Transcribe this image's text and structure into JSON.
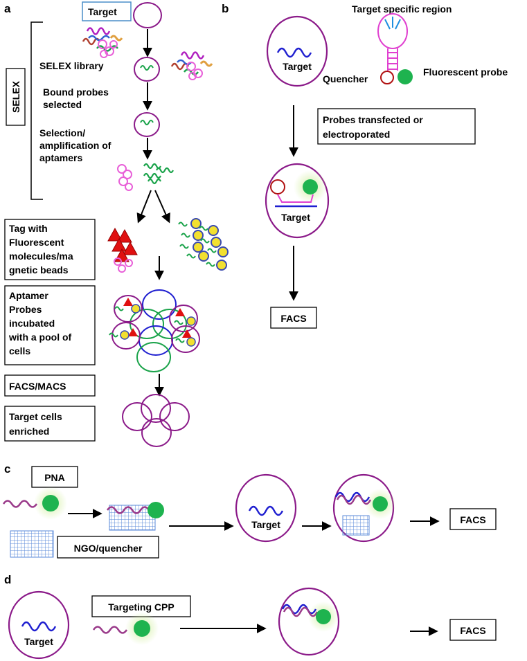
{
  "panels": {
    "a": "a",
    "b": "b",
    "c": "c",
    "d": "d"
  },
  "a": {
    "target": "Target",
    "selex": "SELEX",
    "selex_library": "SELEX library",
    "bound_1": "Bound probes",
    "bound_2": "selected",
    "sel_1": "Selection/",
    "sel_2": "amplification of",
    "sel_3": "aptamers",
    "tag_1": "Tag with",
    "tag_2": "Fluorescent",
    "tag_3": "molecules/ma",
    "tag_4": "gnetic beads",
    "apt_1": "Aptamer",
    "apt_2": "Probes",
    "apt_3": "incubated",
    "apt_4": "with a pool of",
    "apt_5": "cells",
    "facs_macs": "FACS/MACS",
    "enr_1": "Target cells",
    "enr_2": "enriched"
  },
  "b": {
    "target_top": "Target",
    "target_region": "Target specific region",
    "quencher": "Quencher",
    "fluor_probe": "Fluorescent probe",
    "transf_1": "Probes transfected or",
    "transf_2": "electroporated",
    "target_cell": "Target",
    "facs": "FACS"
  },
  "c": {
    "pna": "PNA",
    "ngo": "NGO/quencher",
    "target": "Target",
    "facs": "FACS"
  },
  "d": {
    "target": "Target",
    "cpp": "Targeting CPP",
    "facs": "FACS"
  },
  "colors": {
    "cell": "#8b1a89",
    "aptamer": "#1aa34a",
    "random_coil": "#e860d8",
    "probe_blue": "#1f1fd0",
    "fluor": "#1eb34f",
    "glow": "#d6f0a8",
    "quencher": "#b01010",
    "triangle": "#e01010",
    "bead": "#f2e030",
    "bead_edge": "#3a4ab0",
    "box_border": "#000000",
    "target_box_border": "#4a8ec8"
  }
}
